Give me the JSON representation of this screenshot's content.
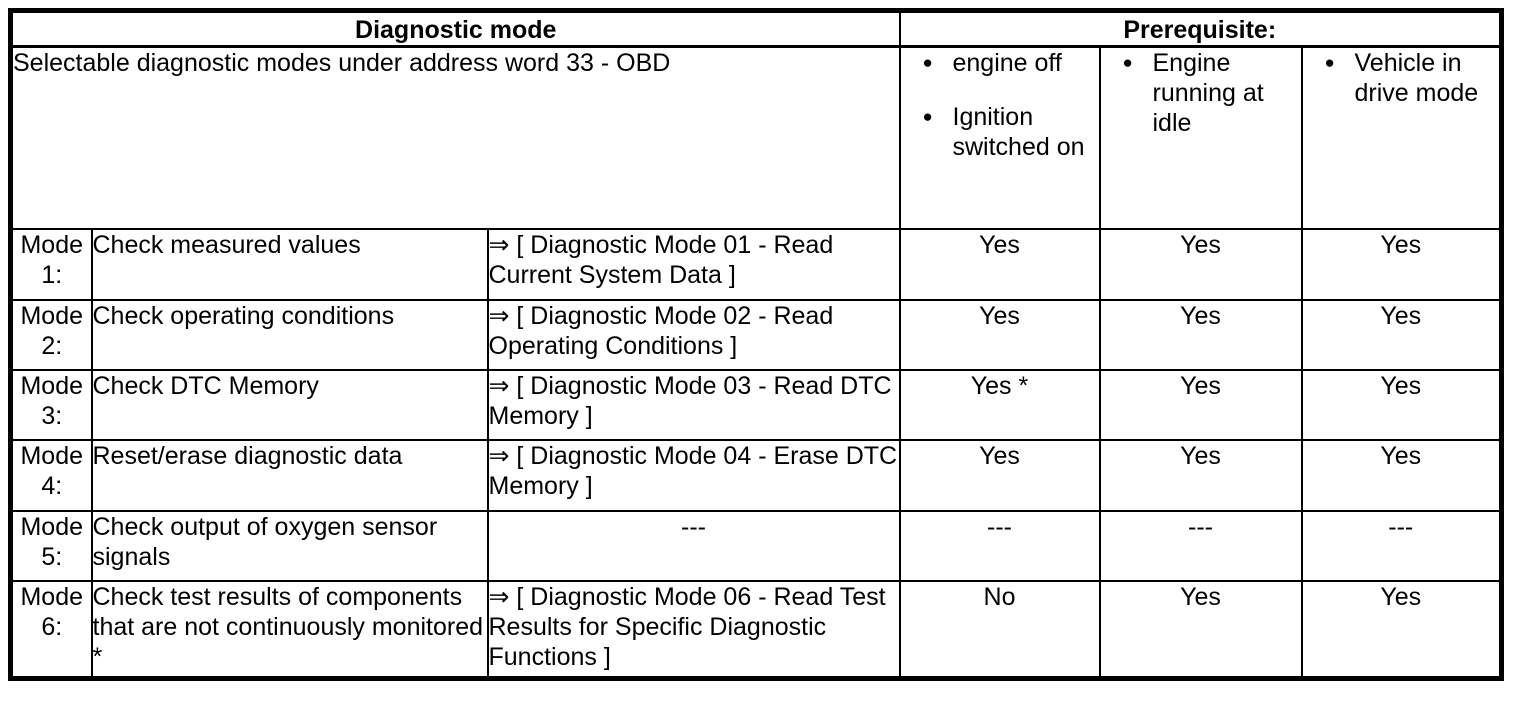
{
  "header": {
    "diagnostic_mode_label": "Diagnostic mode",
    "prerequisite_label": "Prerequisite:"
  },
  "intro": {
    "description": "Selectable diagnostic modes under address word 33 - OBD",
    "conditions": [
      {
        "items": [
          "engine off",
          "Ignition switched on"
        ]
      },
      {
        "items": [
          "Engine running at idle"
        ]
      },
      {
        "items": [
          "Vehicle in drive mode"
        ]
      }
    ]
  },
  "rows": [
    {
      "mode_word": "Mode",
      "mode_num": "1:",
      "description": "Check measured values",
      "reference": "⇒ [ Diagnostic Mode 01 - Read Current System Data ]",
      "values": [
        "Yes",
        "Yes",
        "Yes"
      ]
    },
    {
      "mode_word": "Mode",
      "mode_num": "2:",
      "description": "Check operating conditions",
      "reference": "⇒ [ Diagnostic Mode 02 - Read Operating Conditions ]",
      "values": [
        "Yes",
        "Yes",
        "Yes"
      ]
    },
    {
      "mode_word": "Mode",
      "mode_num": "3:",
      "description": "Check DTC Memory",
      "reference": "⇒ [ Diagnostic Mode 03 - Read DTC Memory ]",
      "values": [
        "Yes *",
        "Yes",
        "Yes"
      ]
    },
    {
      "mode_word": "Mode",
      "mode_num": "4:",
      "description": "Reset/erase diagnostic data",
      "reference": "⇒ [ Diagnostic Mode 04 - Erase DTC Memory ]",
      "values": [
        "Yes",
        "Yes",
        "Yes"
      ]
    },
    {
      "mode_word": "Mode",
      "mode_num": "5:",
      "description": "Check output of oxygen sensor signals",
      "reference": "---",
      "values": [
        "---",
        "---",
        "---"
      ]
    },
    {
      "mode_word": "Mode",
      "mode_num": "6:",
      "description": "Check test results of components that are not continuously monitored *",
      "reference": "⇒ [ Diagnostic Mode 06 - Read Test Results for Specific Diagnostic Functions ]",
      "values": [
        "No",
        "Yes",
        "Yes"
      ]
    }
  ],
  "glyphs": {
    "bullet": "●"
  }
}
